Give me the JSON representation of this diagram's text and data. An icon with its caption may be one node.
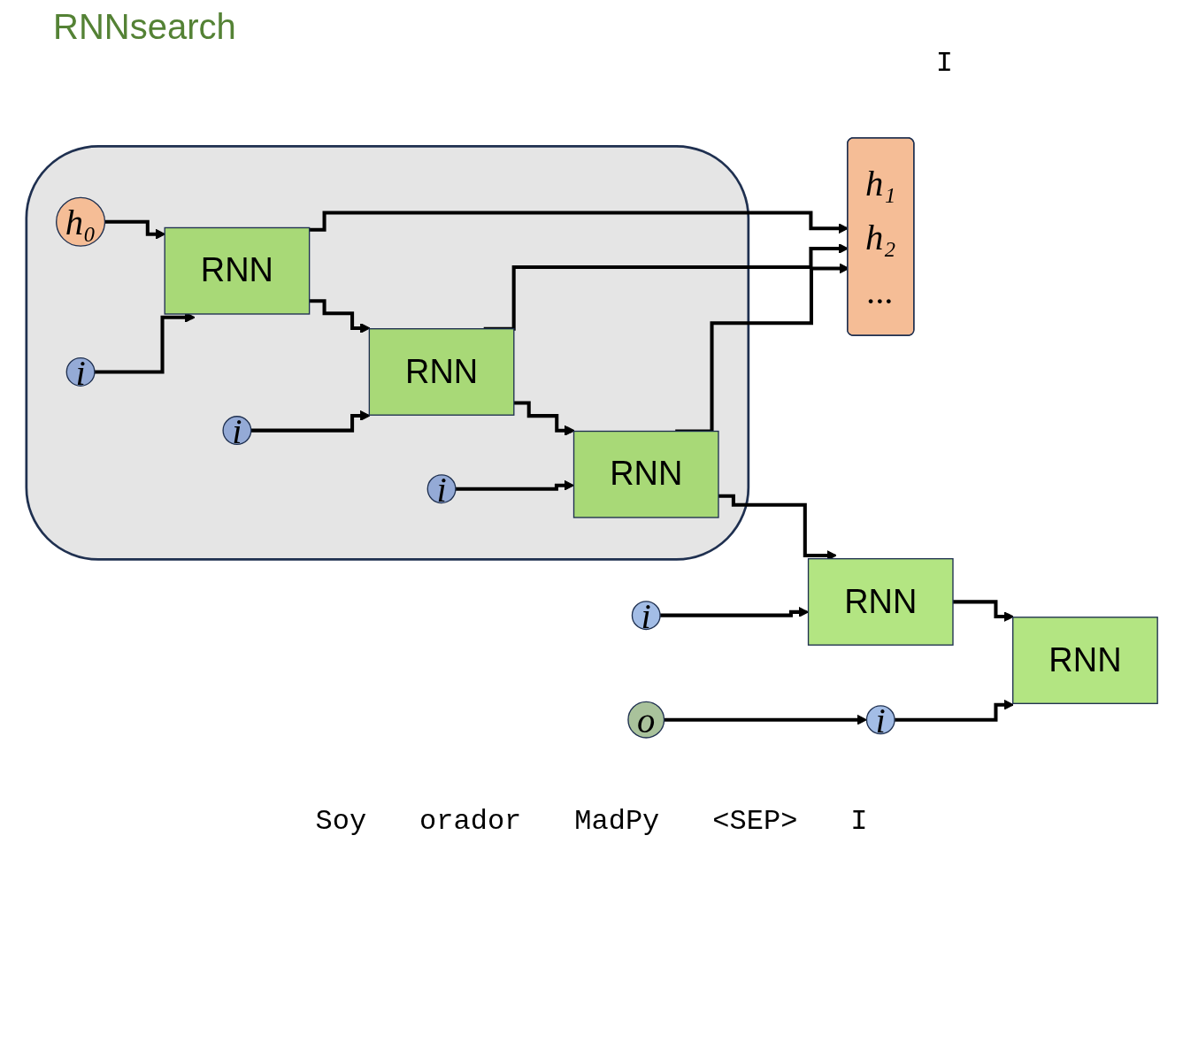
{
  "diagram": {
    "title": "RNNsearch",
    "nodes": [
      {
        "text": [
          "o"
        ]
      },
      {
        "text": [
          "h₁",
          "h₂",
          "..."
        ]
      },
      {
        "text": [],
        "shape": "box"
      },
      {
        "text": [
          "h₀"
        ],
        "in": 2
      },
      {
        "text": [
          "RNN"
        ],
        "in": 2
      },
      {
        "text": [
          "RNN"
        ],
        "in": 2
      },
      {
        "text": [
          "RNN"
        ],
        "in": 2
      },
      {
        "text": [
          "i"
        ],
        "in": 2
      },
      {
        "text": [
          "i"
        ],
        "in": 2
      },
      {
        "text": [
          "i"
        ],
        "in": 2
      },
      {
        "text": [
          "RNN"
        ]
      },
      {
        "text": [
          "RNN"
        ]
      },
      {
        "text": [
          "i"
        ]
      },
      {
        "text": [
          "i"
        ]
      }
    ],
    "edges": [
      {
        "from": 3,
        "to": 4,
        "arrow": "to"
      },
      {
        "from": 4,
        "to": 5,
        "arrow": "to"
      },
      {
        "from": 5,
        "to": 6,
        "arrow": "to"
      },
      {
        "from": 6,
        "to": 10,
        "arrow": "to"
      },
      {
        "from": 10,
        "to": 11,
        "arrow": "to"
      },
      {
        "from": 7,
        "to": 4,
        "arrow": "to"
      },
      {
        "from": 8,
        "to": 5,
        "arrow": "to"
      },
      {
        "from": 9,
        "to": 6,
        "arrow": "to"
      },
      {
        "from": 12,
        "to": 10,
        "arrow": "to"
      },
      {
        "from": 13,
        "to": 11,
        "arrow": "to"
      },
      {
        "from": 4,
        "to": 1,
        "arrow": "to"
      },
      {
        "from": 5,
        "to": 1,
        "arrow": "to"
      },
      {
        "from": 6,
        "to": 1,
        "arrow": "to"
      },
      {
        "from": 0,
        "to": 13,
        "arrow": "to"
      }
    ],
    "labels": [
      "I",
      "Soy",
      "orador",
      "MadPy",
      "<SEP>",
      "I"
    ]
  }
}
